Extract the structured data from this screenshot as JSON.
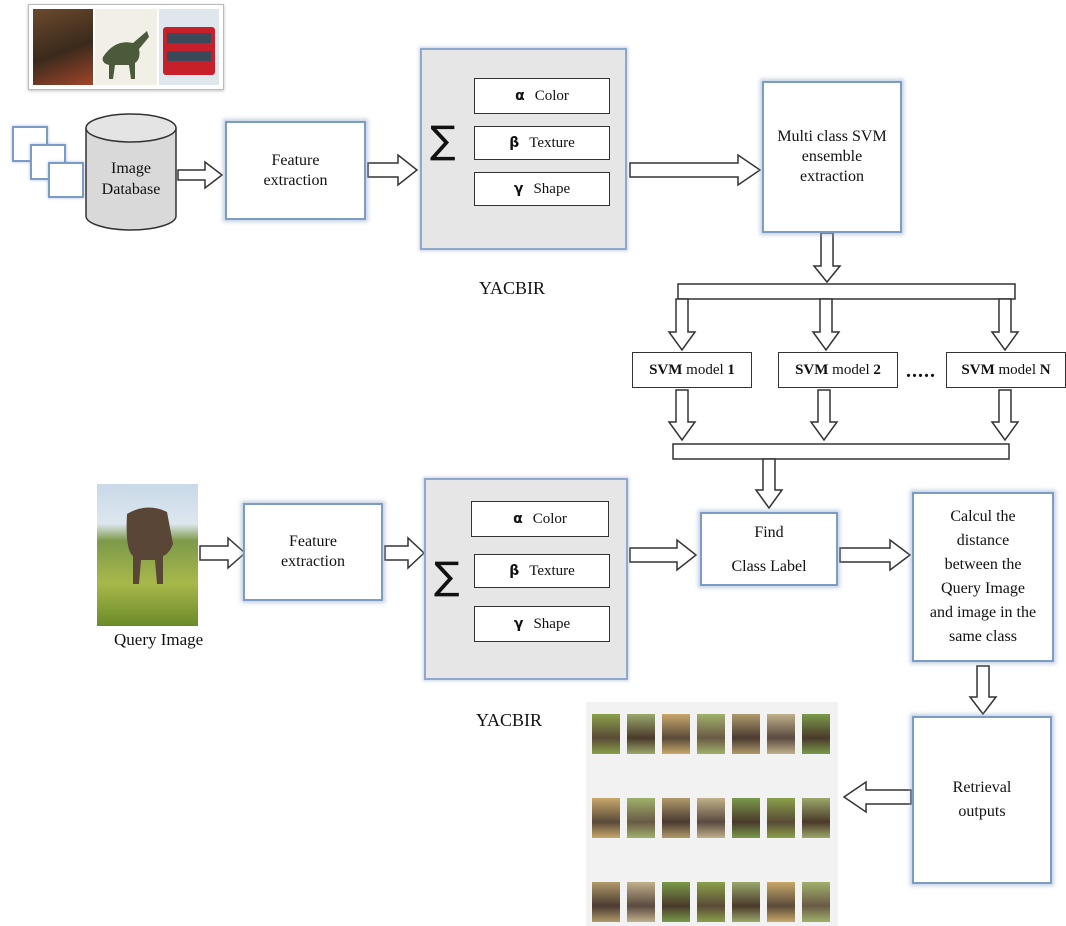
{
  "top_row": {
    "database_label": "Image\nDatabase",
    "feature_extraction": "Feature\nextraction",
    "features": [
      {
        "symbol": "α",
        "name": "Color"
      },
      {
        "symbol": "β",
        "name": "Texture"
      },
      {
        "symbol": "γ",
        "name": "Shape"
      }
    ],
    "sigma": "∑",
    "yacbir": "YACBIR",
    "svm_ensemble": "Multi class SVM\nensemble\nextraction"
  },
  "svm_models": [
    {
      "bold": "SVM",
      "rest": " model ",
      "num": "1"
    },
    {
      "bold": "SVM",
      "rest": " model ",
      "num": "2"
    },
    {
      "bold": "SVM",
      "rest": " model ",
      "num": "N"
    }
  ],
  "dots": ".....",
  "bottom_row": {
    "query_image_label": "Query Image",
    "feature_extraction": "Feature\nextraction",
    "features": [
      {
        "symbol": "α",
        "name": "Color"
      },
      {
        "symbol": "β",
        "name": "Texture"
      },
      {
        "symbol": "γ",
        "name": "Shape"
      }
    ],
    "sigma": "∑",
    "yacbir": "YACBIR",
    "find_label": "Find\n\nClass Label",
    "distance": "Calcul the\ndistance\nbetween the\nQuery Image\nand image in the\nsame class",
    "retrieval": "Retrieval\noutputs"
  }
}
